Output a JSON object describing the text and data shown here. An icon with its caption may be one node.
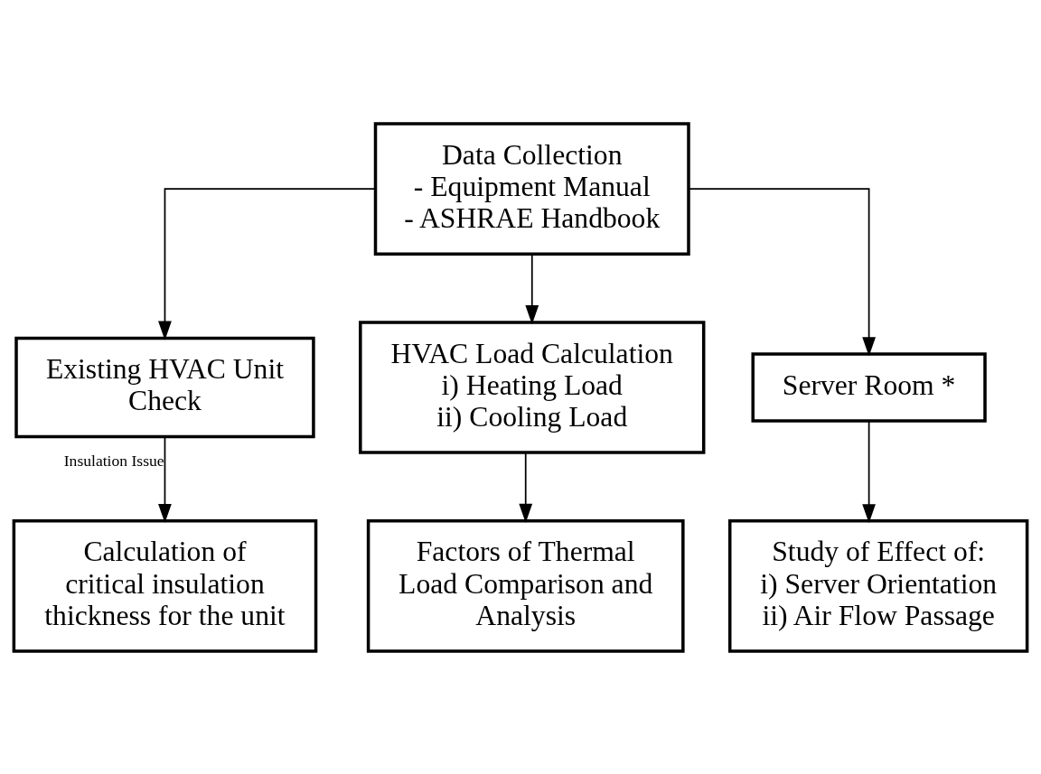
{
  "diagram": {
    "nodes": [
      {
        "text": [
          "Data Collection",
          "- Equipment Manual",
          "- ASHRAE Handbook"
        ]
      },
      {
        "text": [
          "Existing HVAC Unit Check"
        ]
      },
      {
        "text": [
          "HVAC Load Calculation",
          "i) Heating Load",
          "ii) Cooling Load"
        ]
      },
      {
        "text": [
          "Server Room *"
        ]
      },
      {
        "text": [
          "Calculation of critical insulation thickness for the unit"
        ]
      },
      {
        "text": [
          "Factors of Thermal Load Comparison and Analysis"
        ]
      },
      {
        "text": [
          "Study of Effect of:",
          "i) Server Orientation",
          "ii) Air Flow Passage"
        ]
      }
    ],
    "edges": [
      {
        "from": 0,
        "to": 1,
        "arrow": "to"
      },
      {
        "from": 0,
        "to": 2,
        "arrow": "to"
      },
      {
        "from": 0,
        "to": 3,
        "arrow": "to"
      },
      {
        "from": 1,
        "to": 4,
        "arrow": "to",
        "label": "Insulation Issue"
      },
      {
        "from": 2,
        "to": 5,
        "arrow": "to"
      },
      {
        "from": 3,
        "to": 6,
        "arrow": "to"
      }
    ]
  }
}
